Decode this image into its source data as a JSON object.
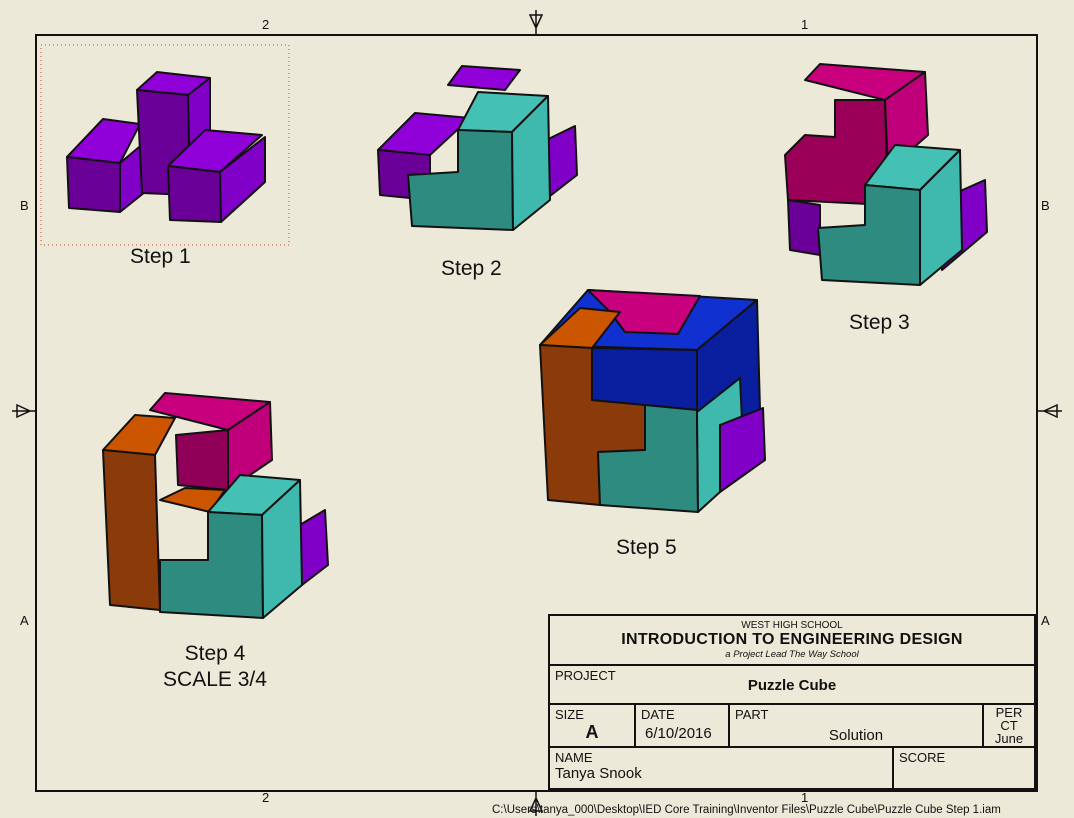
{
  "zones": {
    "top": [
      "2",
      "1"
    ],
    "bottom": [
      "2",
      "1"
    ],
    "left": [
      "B",
      "A"
    ],
    "right": [
      "B",
      "A"
    ]
  },
  "steps": [
    {
      "label": "Step 1"
    },
    {
      "label": "Step 2"
    },
    {
      "label": "Step 3"
    },
    {
      "label": "Step 4",
      "sub": "SCALE 3/4"
    },
    {
      "label": "Step 5"
    }
  ],
  "title_block": {
    "school": "WEST HIGH SCHOOL",
    "course": "INTRODUCTION TO ENGINEERING DESIGN",
    "tagline": "a Project Lead The Way School",
    "project_caption": "PROJECT",
    "project": "Puzzle Cube",
    "size_caption": "SIZE",
    "size": "A",
    "date_caption": "DATE",
    "date": "6/10/2016",
    "part_caption": "PART",
    "part": "Solution",
    "per_caption": "PER",
    "per": "CT",
    "per_extra": "June",
    "name_caption": "NAME",
    "name": "Tanya Snook",
    "score_caption": "SCORE"
  },
  "file_path": "C:\\Users\\tanya_000\\Desktop\\IED Core Training\\Inventor Files\\Puzzle Cube\\Puzzle Cube Step 1.iam",
  "colors": {
    "background": "#ECE9D8",
    "purple": "#8A00D0",
    "teal": "#3FB8AE",
    "magenta": "#C8007E",
    "orange": "#CC5500",
    "blue": "#1030D0"
  }
}
